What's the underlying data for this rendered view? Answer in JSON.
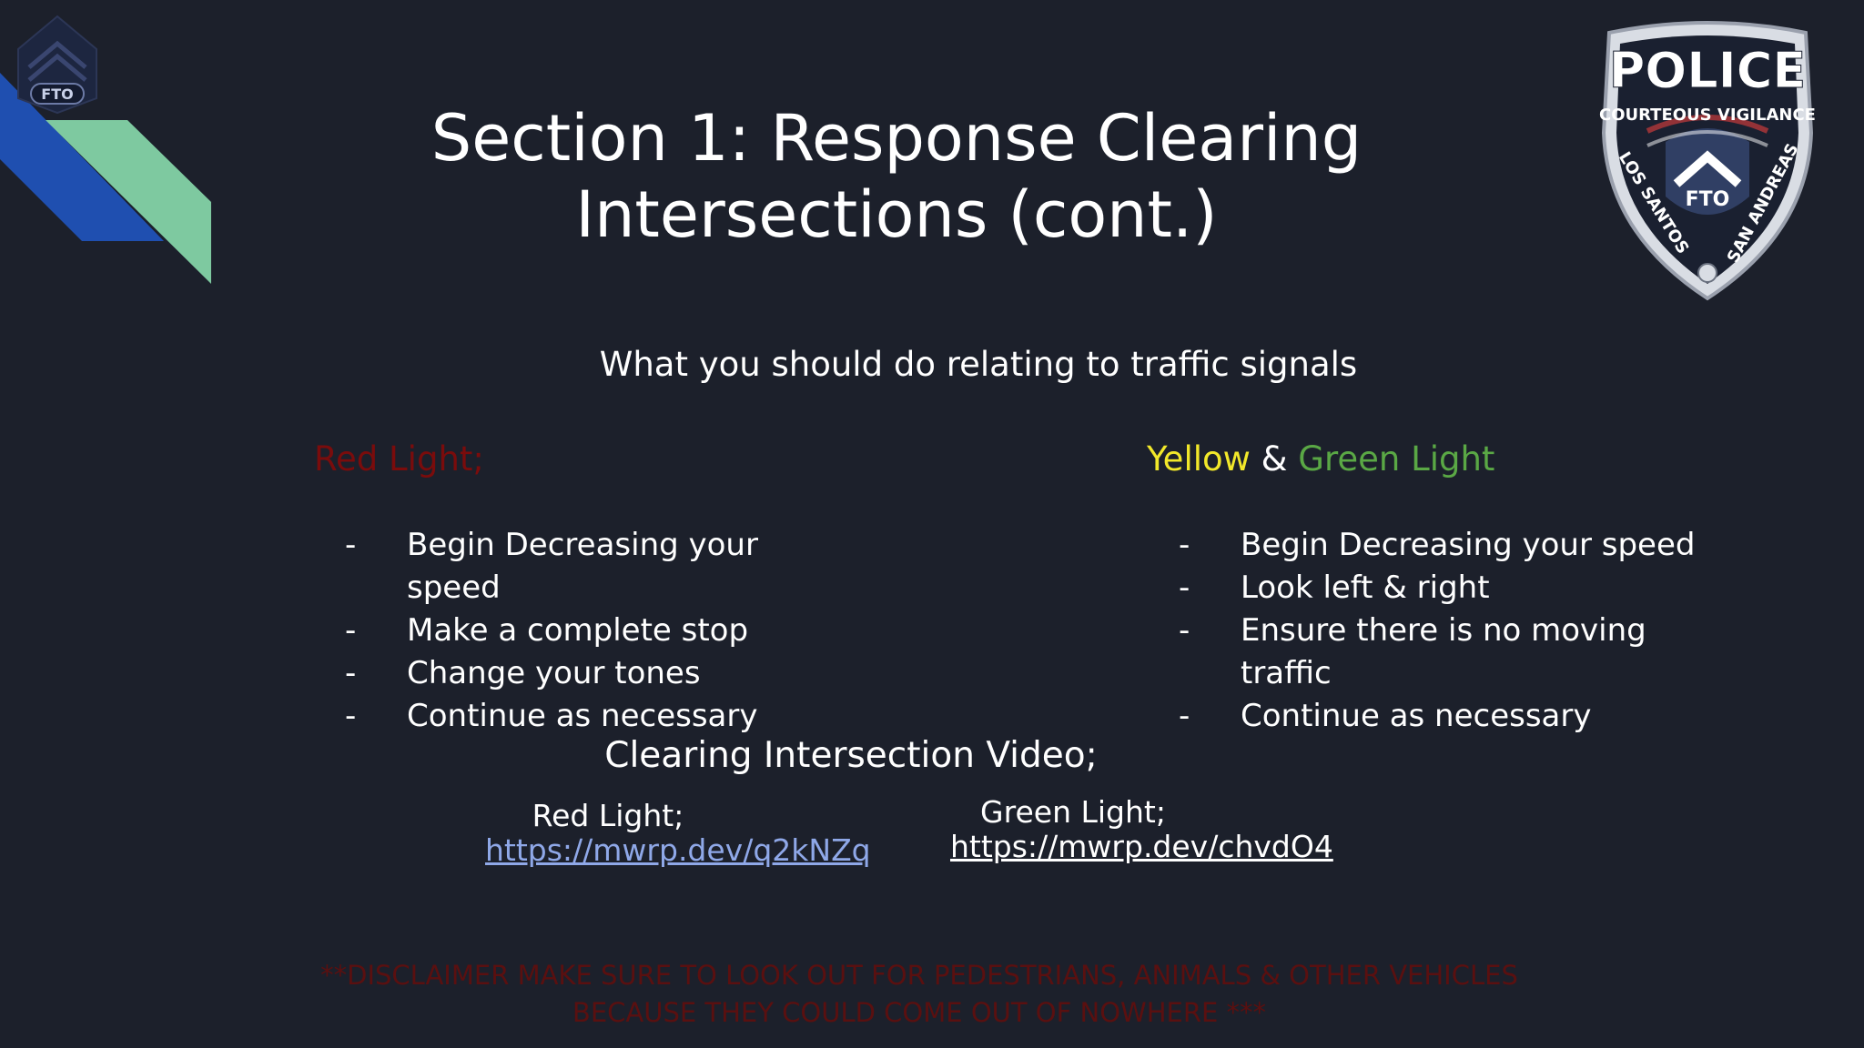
{
  "slide": {
    "title_line1": "Section 1: Response Clearing",
    "title_line2": "Intersections (cont.)",
    "subtitle": "What you should do relating to traffic signals"
  },
  "red_column": {
    "heading": "Red Light;",
    "items": [
      "Begin Decreasing your speed",
      "Make a complete stop",
      "Change your tones",
      "Continue as necessary"
    ]
  },
  "yellow_green_column": {
    "heading_yellow": "Yellow",
    "heading_amp": " & ",
    "heading_green": "Green Light",
    "items": [
      "Begin Decreasing your speed",
      "Look left & right",
      "Ensure there is no moving traffic",
      "Continue as necessary"
    ]
  },
  "bullet_marker": "-",
  "video": {
    "heading": "Clearing Intersection Video;",
    "red": {
      "label": "Red Light;",
      "link": "https://mwrp.dev/q2kNZq"
    },
    "green": {
      "label": "Green Light;",
      "link": "https://mwrp.dev/chvdO4"
    }
  },
  "disclaimer": {
    "line1": "**DISCLAIMER MAKE SURE TO LOOK OUT FOR PEDESTRIANS, ANIMALS & OTHER VEHICLES",
    "line2": "BECAUSE THEY COULD COME OUT OF NOWHERE ***"
  },
  "fto_badge": {
    "text": "FTO"
  },
  "police_badge": {
    "top": "POLICE",
    "arc": "COURTEOUS VIGILANCE",
    "left": "LOS SANTOS",
    "right": "SAN ANDREAS",
    "center": "FTO"
  },
  "colors": {
    "background": "#1c202b",
    "red_heading": "#7a0c0c",
    "yellow": "#f2e82a",
    "green": "#5aa845",
    "link_blue": "#8fa8e8",
    "disclaimer": "#5a1010",
    "stripe_blue": "#1f4fb0",
    "stripe_mint": "#7ec9a0"
  }
}
